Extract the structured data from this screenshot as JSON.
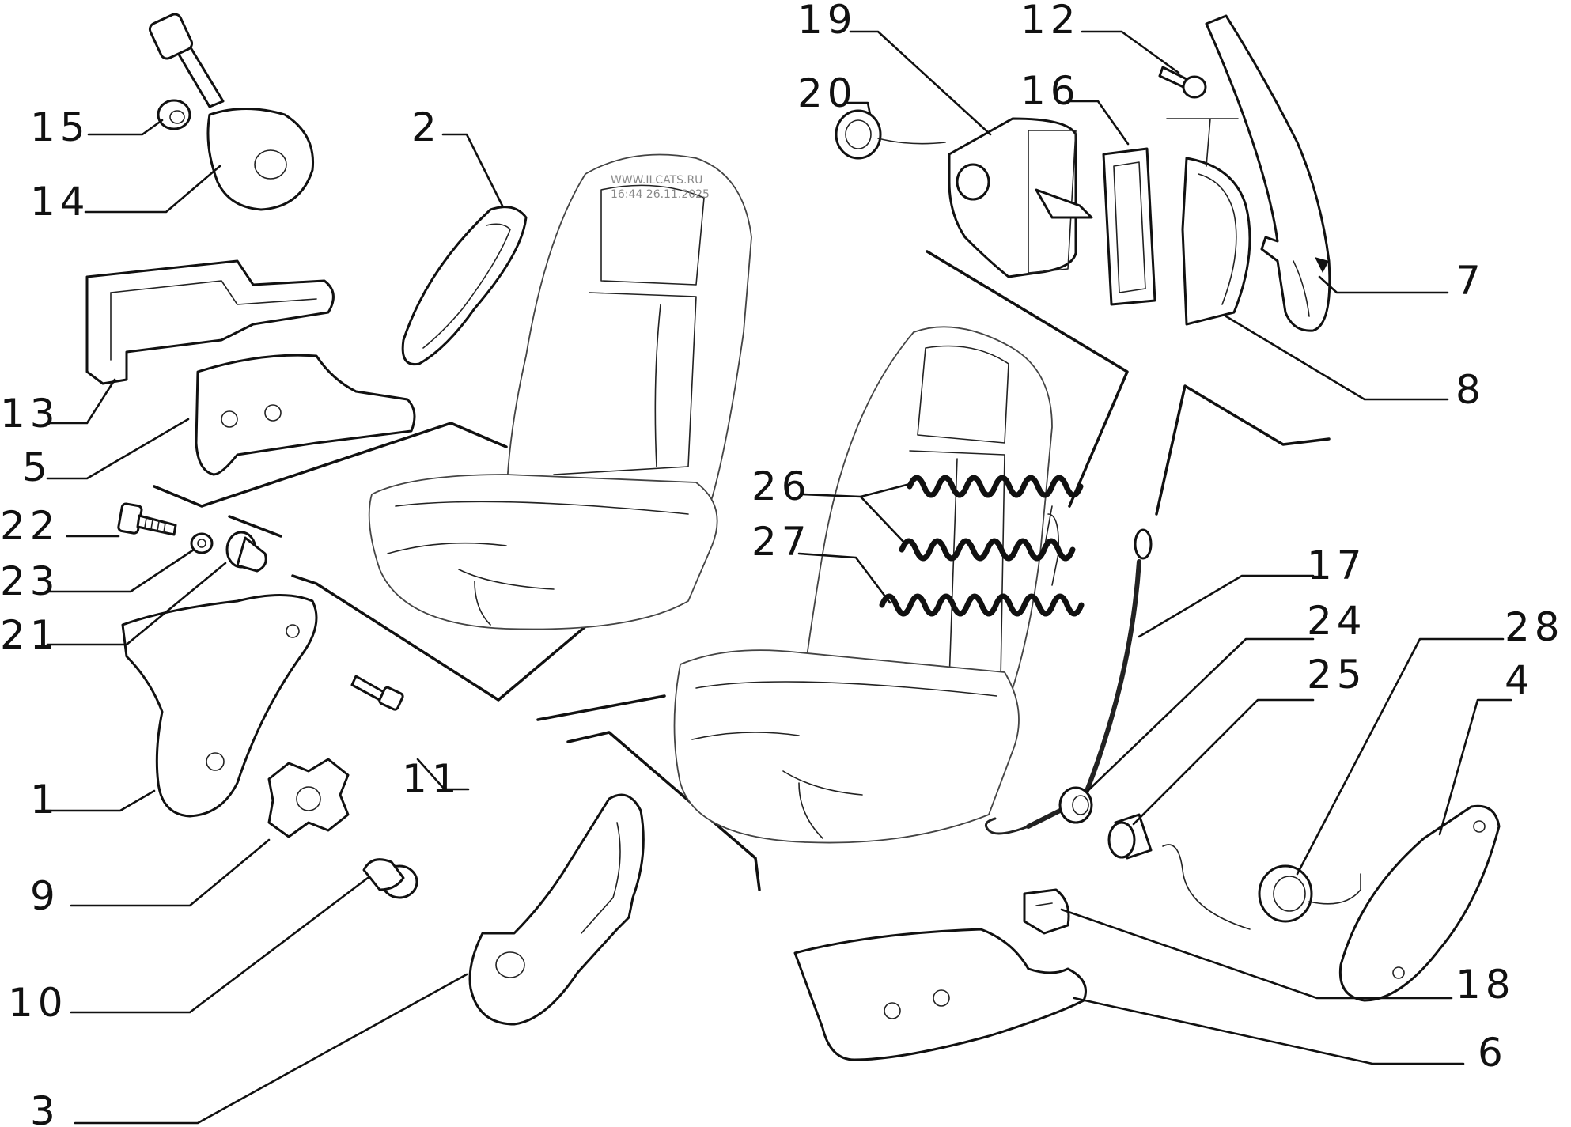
{
  "diagram": {
    "watermark": [
      "WWW.ILCATS.RU",
      "16:44 26.11.2025"
    ],
    "colors": {
      "line": "#111111",
      "background": "#ffffff",
      "watermark": "#8a8a8a"
    },
    "callouts": [
      {
        "id": "c15",
        "label": "15"
      },
      {
        "id": "c14",
        "label": "14"
      },
      {
        "id": "c13",
        "label": "13"
      },
      {
        "id": "c5",
        "label": "5"
      },
      {
        "id": "c22",
        "label": "22"
      },
      {
        "id": "c23",
        "label": "23"
      },
      {
        "id": "c21",
        "label": "21"
      },
      {
        "id": "c1",
        "label": "1"
      },
      {
        "id": "c9",
        "label": "9"
      },
      {
        "id": "c10",
        "label": "10"
      },
      {
        "id": "c3",
        "label": "3"
      },
      {
        "id": "c2",
        "label": "2"
      },
      {
        "id": "c11",
        "label": "11"
      },
      {
        "id": "c19",
        "label": "19"
      },
      {
        "id": "c20",
        "label": "20"
      },
      {
        "id": "c16",
        "label": "16"
      },
      {
        "id": "c12",
        "label": "12"
      },
      {
        "id": "c7",
        "label": "7"
      },
      {
        "id": "c8",
        "label": "8"
      },
      {
        "id": "c26",
        "label": "26"
      },
      {
        "id": "c27",
        "label": "27"
      },
      {
        "id": "c17",
        "label": "17"
      },
      {
        "id": "c24",
        "label": "24"
      },
      {
        "id": "c25",
        "label": "25"
      },
      {
        "id": "c28",
        "label": "28"
      },
      {
        "id": "c4",
        "label": "4"
      },
      {
        "id": "c18",
        "label": "18"
      },
      {
        "id": "c6",
        "label": "6"
      }
    ]
  }
}
